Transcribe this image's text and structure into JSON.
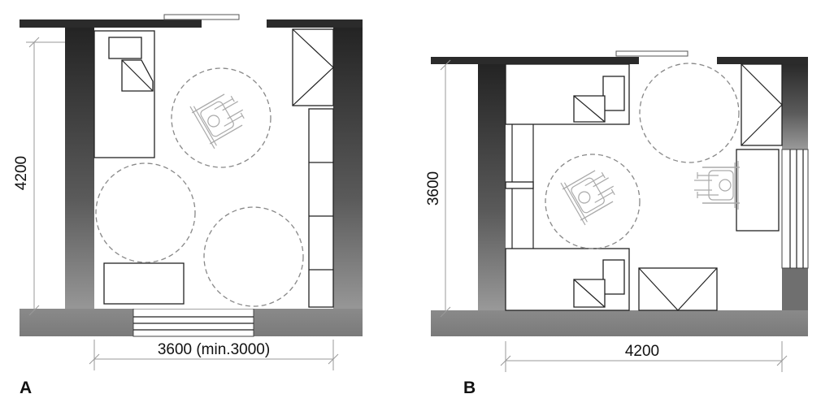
{
  "panels": [
    {
      "label": "A",
      "width_dimension": "3600 (min.3000)",
      "height_dimension": "4200"
    },
    {
      "label": "B",
      "width_dimension": "4200",
      "height_dimension": "3600"
    }
  ],
  "colors": {
    "wall_dark": "#2b2b2b",
    "wall_light": "#8a8a8a",
    "turning_circle": "#888888"
  }
}
